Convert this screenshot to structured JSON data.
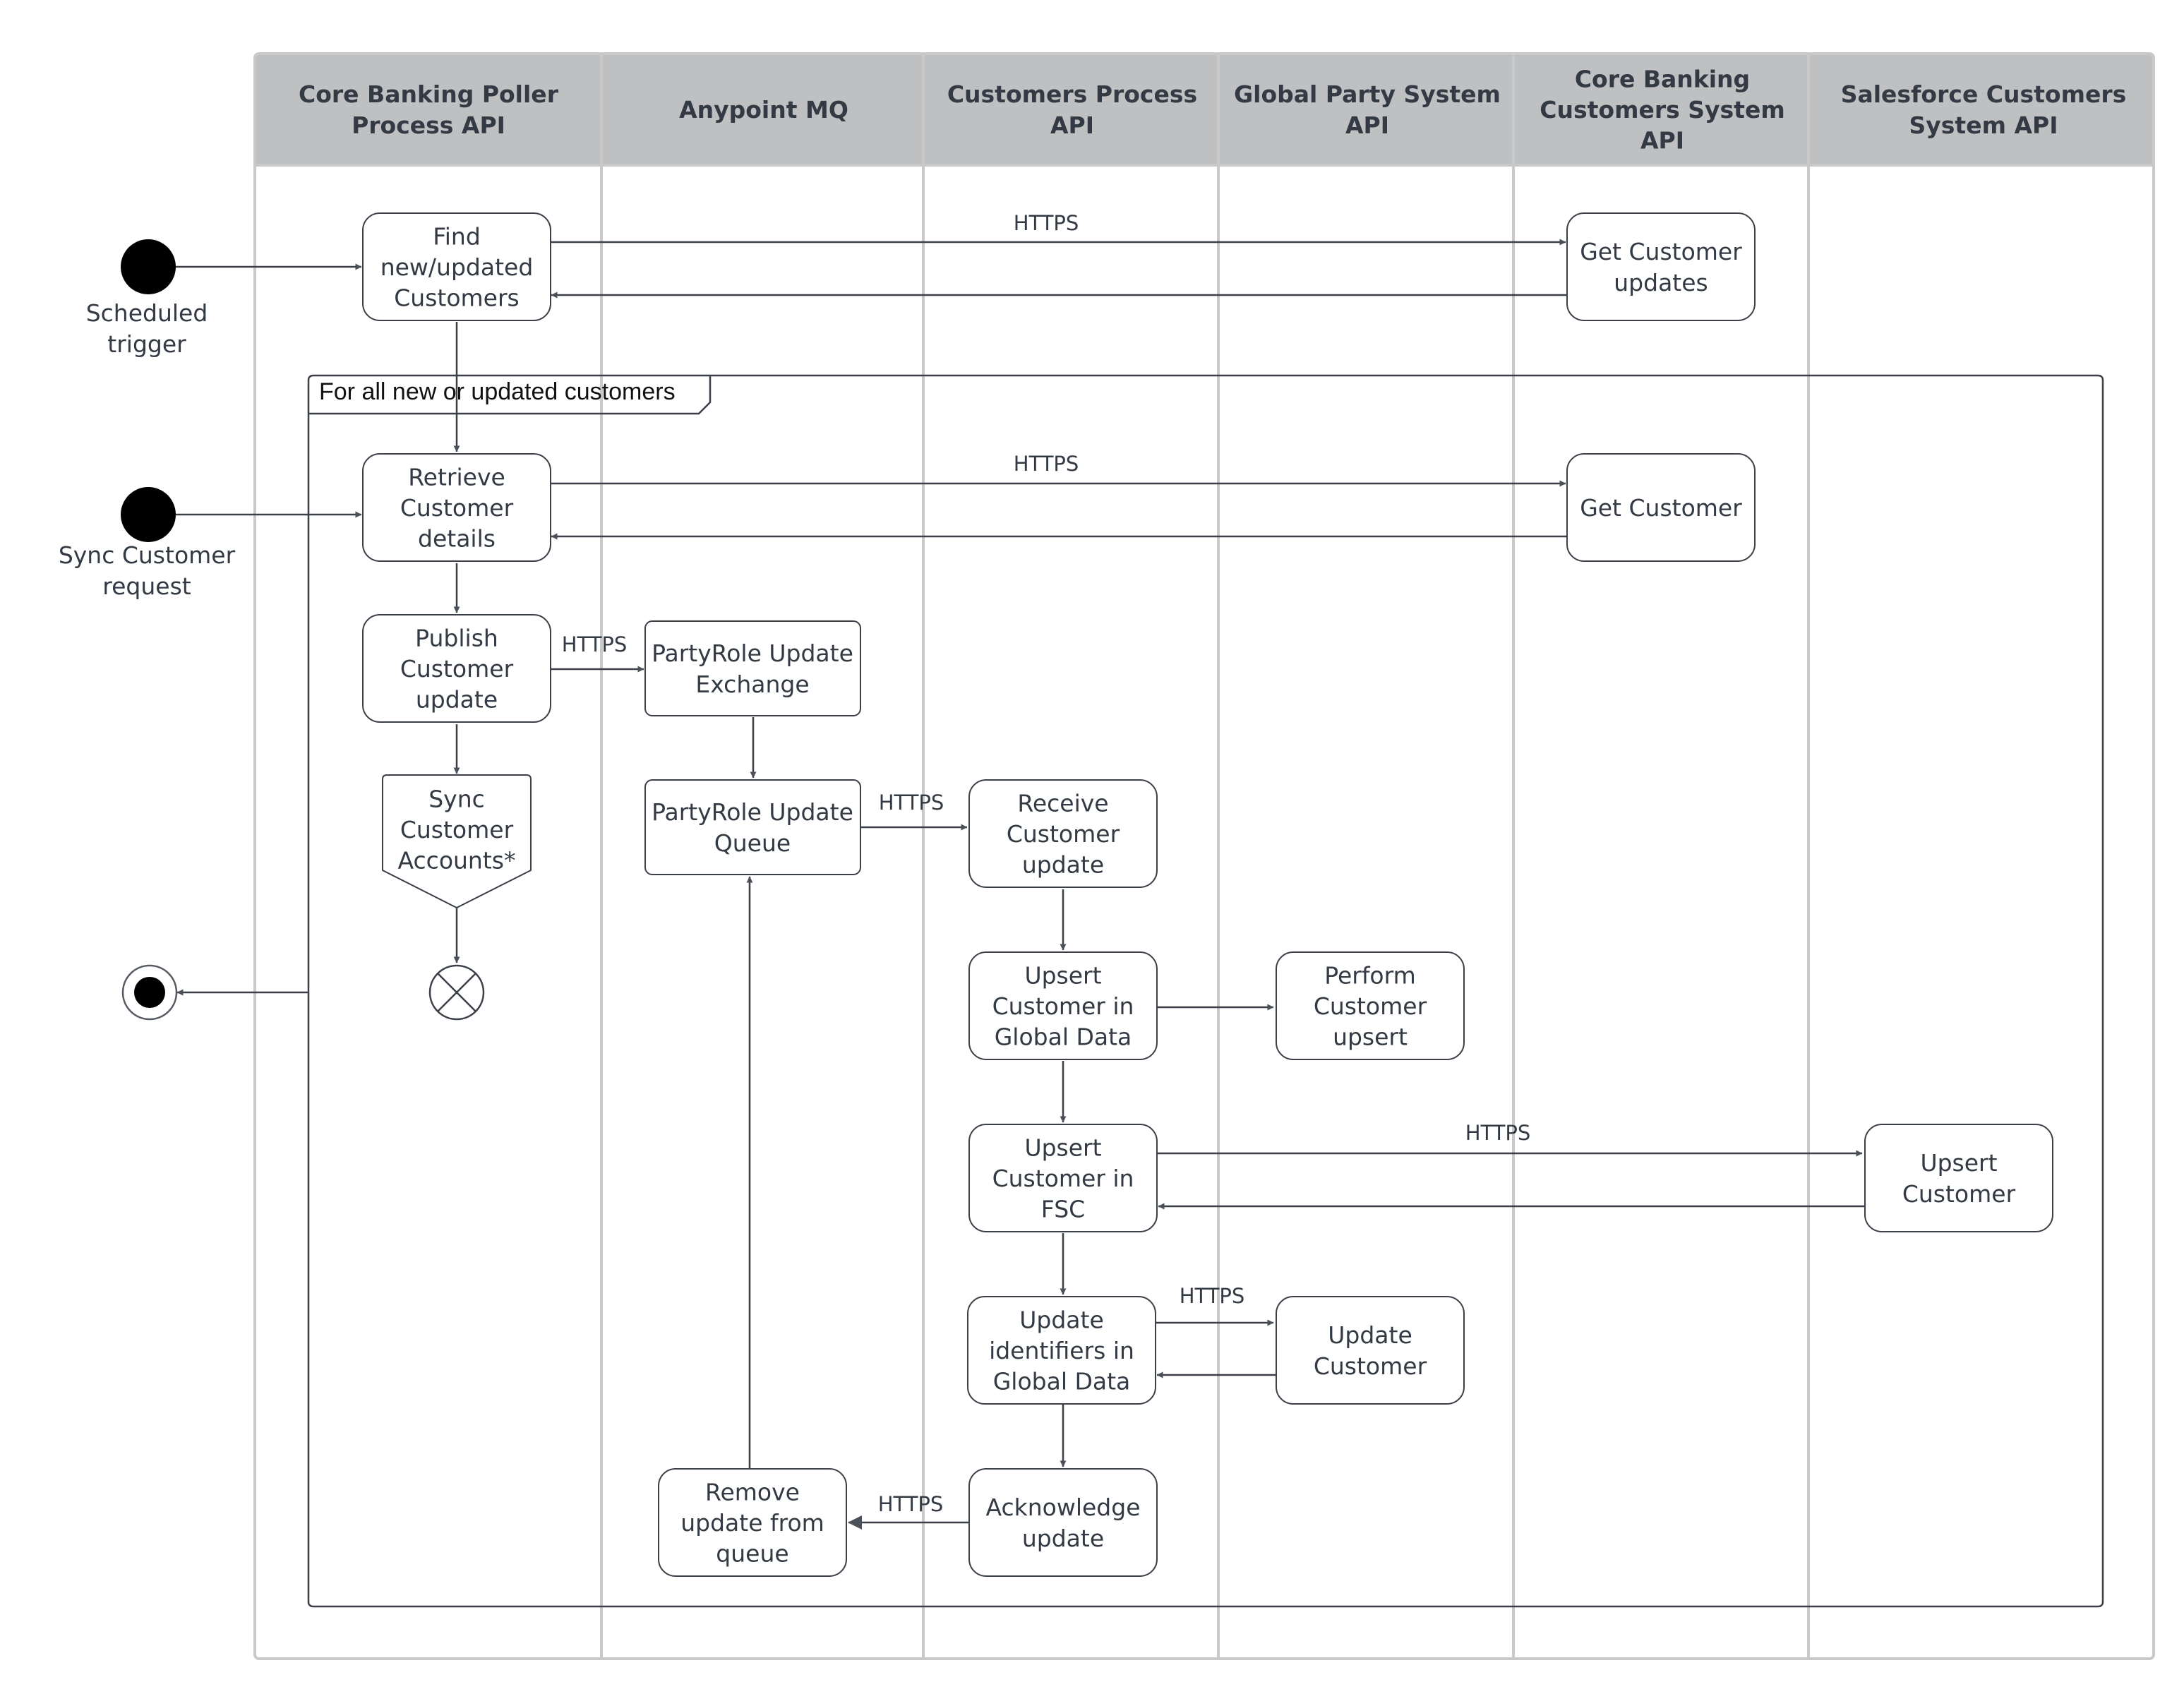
{
  "lanes": [
    {
      "title": "Core Banking Poller\nProcess API"
    },
    {
      "title": "Anypoint MQ"
    },
    {
      "title": "Customers Process\nAPI"
    },
    {
      "title": "Global Party System\nAPI"
    },
    {
      "title": "Core Banking\nCustomers System\nAPI"
    },
    {
      "title": "Salesforce Customers\nSystem API"
    }
  ],
  "start_nodes": {
    "scheduled": "Scheduled\ntrigger",
    "sync_request": "Sync Customer\nrequest"
  },
  "loop_frame": {
    "label": "For all new or updated customers"
  },
  "actions": {
    "find_customers": "Find\nnew/updated\nCustomers",
    "get_customer_updates": "Get Customer\nupdates",
    "retrieve_details": "Retrieve\nCustomer\ndetails",
    "get_customer": "Get Customer",
    "publish_update": "Publish\nCustomer\nupdate",
    "partyrole_exchange": "PartyRole Update\nExchange",
    "sync_accounts": "Sync\nCustomer\nAccounts*",
    "partyrole_queue": "PartyRole Update\nQueue",
    "receive_update": "Receive\nCustomer\nupdate",
    "upsert_global": "Upsert\nCustomer in\nGlobal Data",
    "perform_upsert": "Perform\nCustomer\nupsert",
    "upsert_fsc": "Upsert\nCustomer in\nFSC",
    "upsert_customer": "Upsert\nCustomer",
    "update_identifiers": "Update\nidentifiers in\nGlobal Data",
    "update_customer": "Update\nCustomer",
    "acknowledge": "Acknowledge\nupdate",
    "remove_update": "Remove\nupdate from\nqueue"
  },
  "edge_labels": {
    "https_1": "HTTPS",
    "https_2": "HTTPS",
    "https_3": "HTTPS",
    "https_4": "HTTPS",
    "https_5": "HTTPS",
    "https_6": "HTTPS",
    "https_7": "HTTPS"
  },
  "colors": {
    "lane_header": "#bfc0c2",
    "lane_border": "#c9c9c9",
    "stroke": "#3a3f48",
    "node_fill": "#ffffff"
  }
}
